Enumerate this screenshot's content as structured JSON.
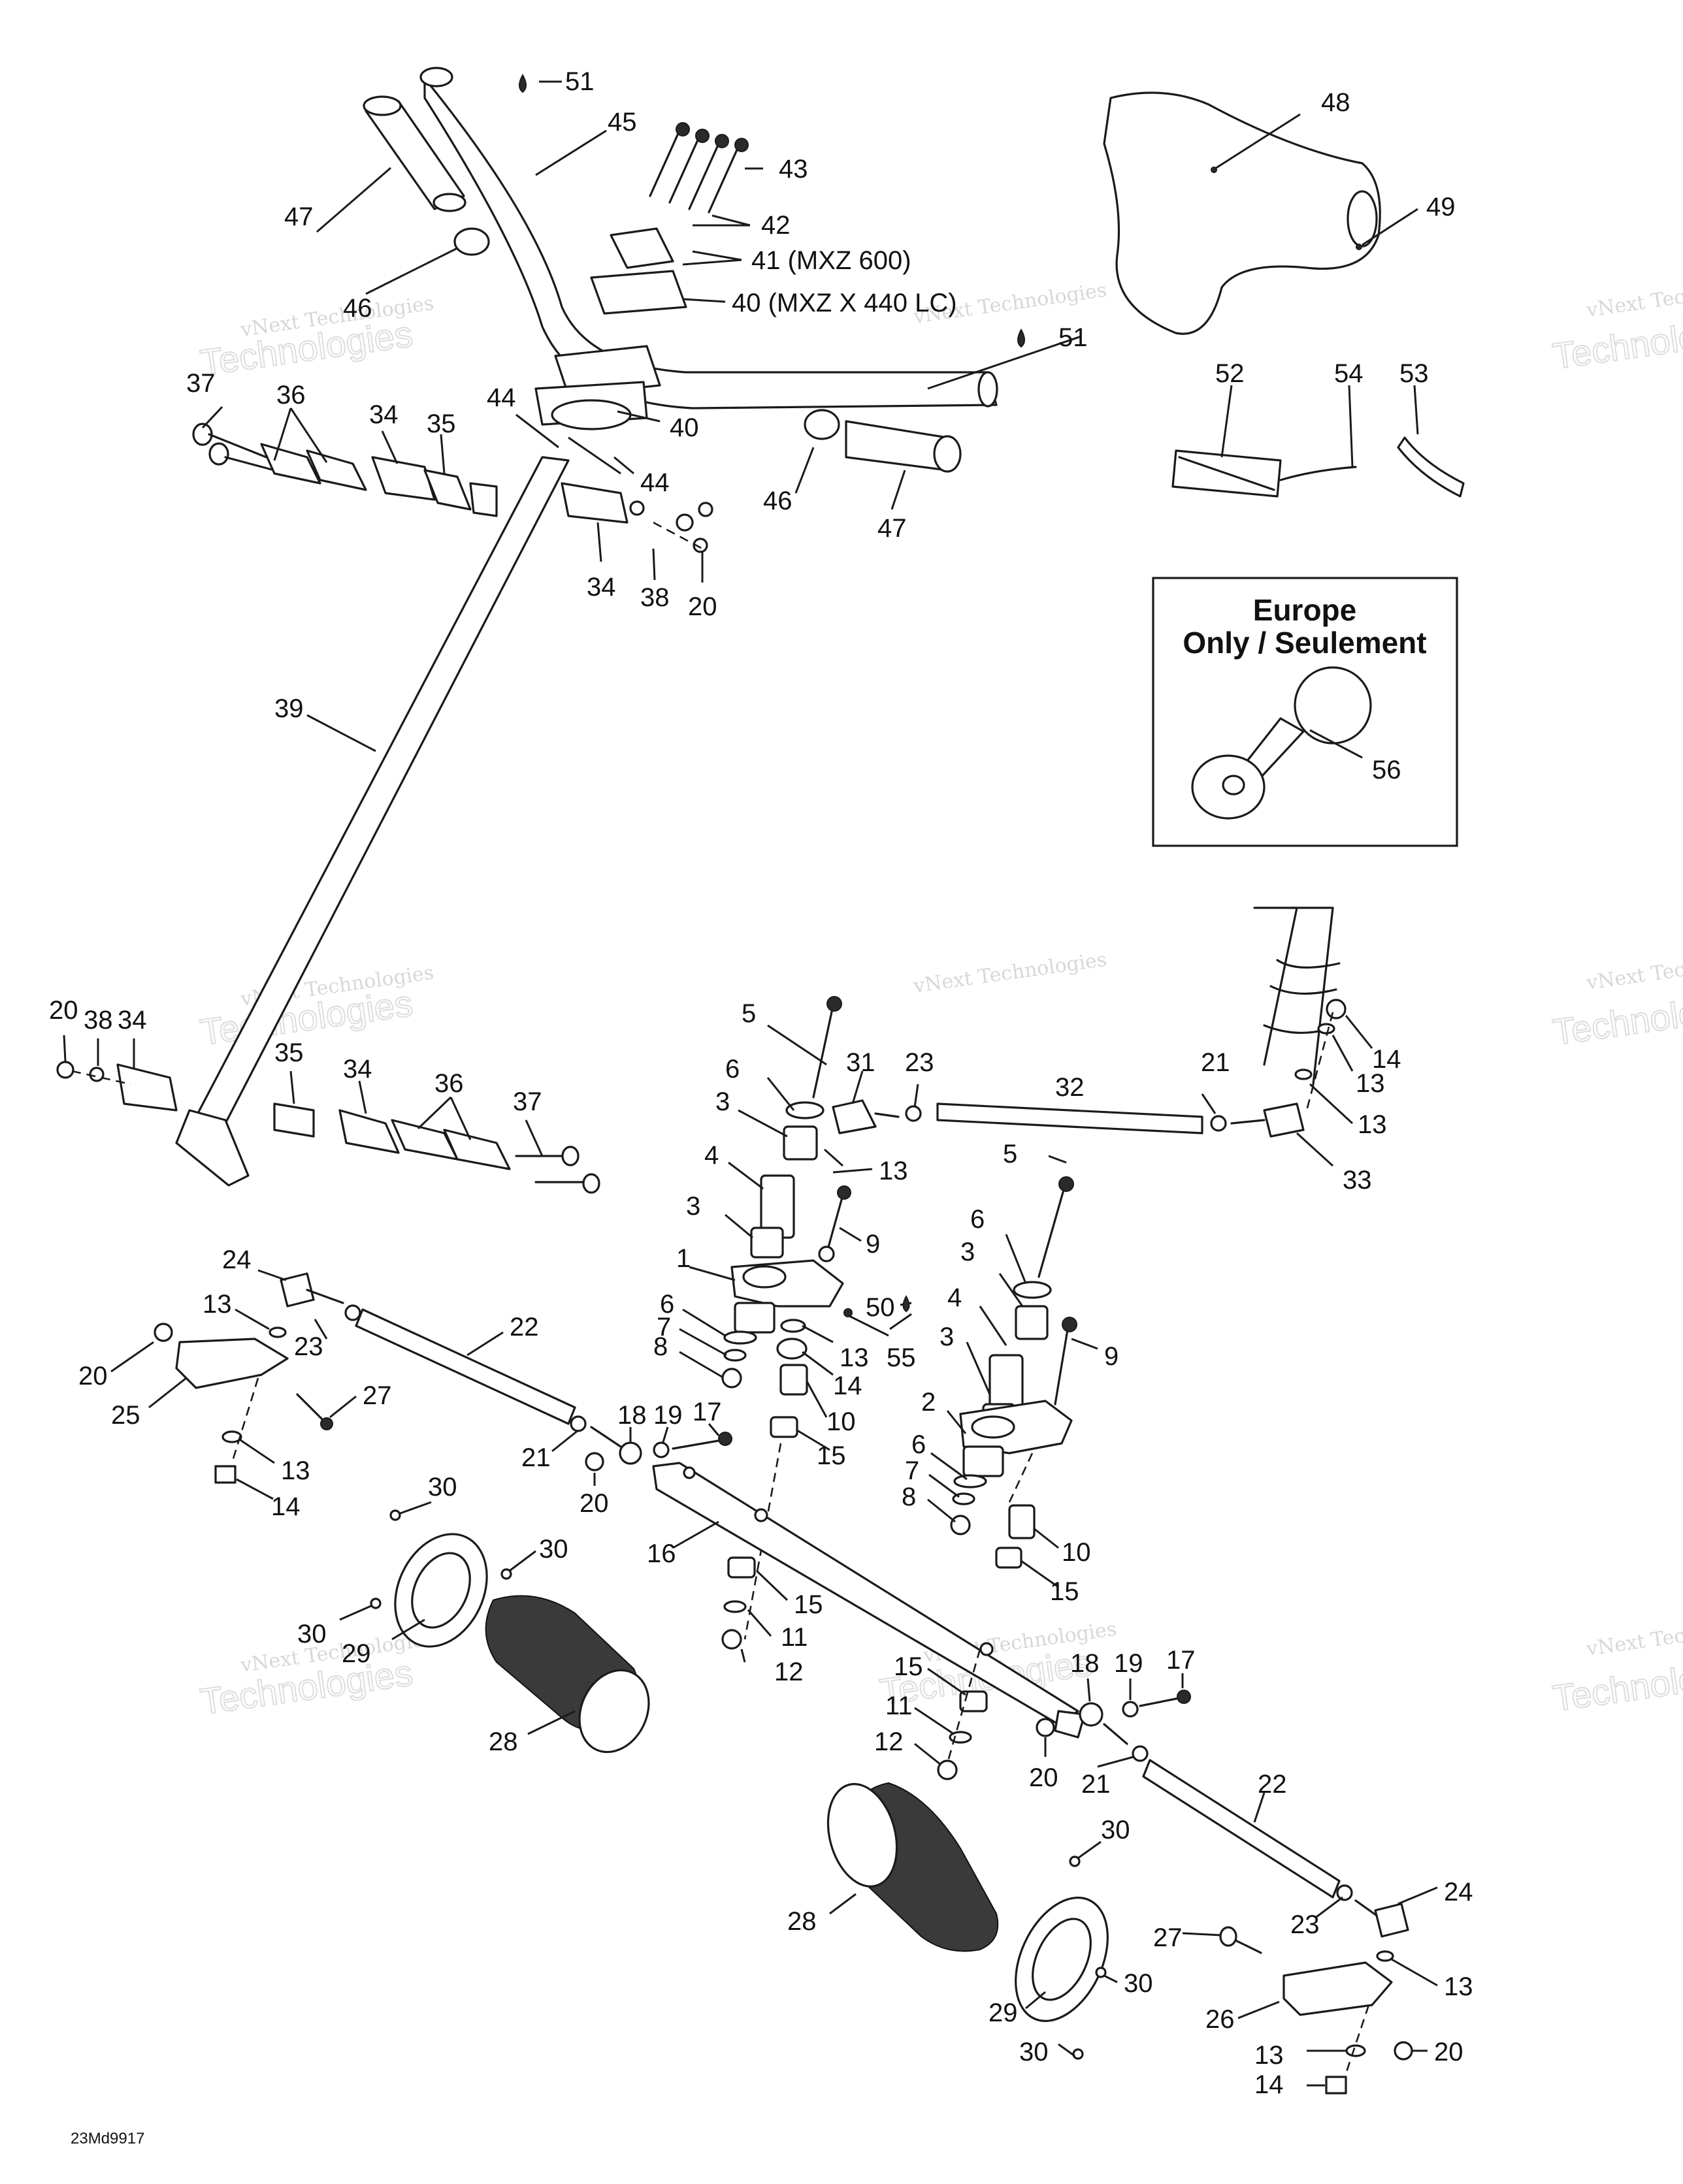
{
  "figure_code": "23Md9917",
  "watermark": {
    "line1": "vNext Technologies",
    "line2": "Technologies"
  },
  "inset": {
    "title_line1": "Europe",
    "title_line2": "Only / Seulement"
  },
  "callouts": {
    "c1": "1",
    "c2": "2",
    "c3": "3",
    "c4": "4",
    "c5": "5",
    "c6": "6",
    "c7": "7",
    "c8": "8",
    "c9": "9",
    "c10": "10",
    "c11": "11",
    "c12": "12",
    "c13": "13",
    "c14": "14",
    "c15": "15",
    "c16": "16",
    "c17": "17",
    "c18": "18",
    "c19": "19",
    "c20": "20",
    "c21": "21",
    "c22": "22",
    "c23": "23",
    "c24": "24",
    "c25": "25",
    "c26": "26",
    "c27": "27",
    "c28": "28",
    "c29": "29",
    "c30": "30",
    "c31": "31",
    "c32": "32",
    "c33": "33",
    "c34": "34",
    "c35": "35",
    "c36": "36",
    "c37": "37",
    "c38": "38",
    "c39": "39",
    "c40": "40",
    "c40_note": "40 (MXZ X 440 LC)",
    "c41_note": "41 (MXZ 600)",
    "c42": "42",
    "c43": "43",
    "c44": "44",
    "c45": "45",
    "c46": "46",
    "c47": "47",
    "c48": "48",
    "c49": "49",
    "c50": "50",
    "c51": "51",
    "c52": "52",
    "c53": "53",
    "c54": "54",
    "c55": "55",
    "c56": "56"
  }
}
